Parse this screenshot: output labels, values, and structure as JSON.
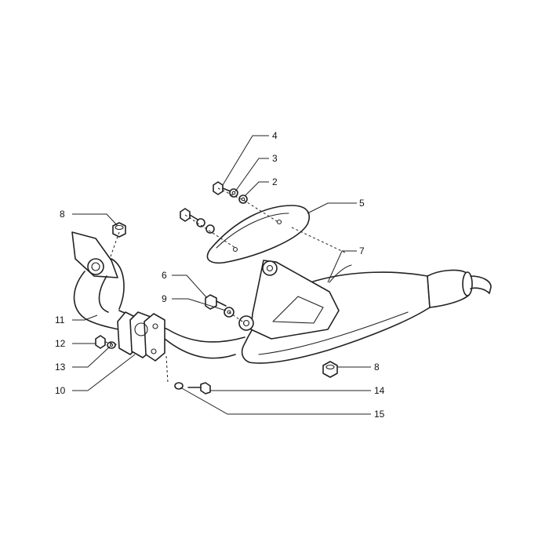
{
  "callouts": {
    "c2": "2",
    "c3": "3",
    "c4": "4",
    "c5": "5",
    "c6": "6",
    "c7": "7",
    "c8a": "8",
    "c8b": "8",
    "c9": "9",
    "c10": "10",
    "c11": "11",
    "c12": "12",
    "c13": "13",
    "c14": "14",
    "c15": "15"
  }
}
